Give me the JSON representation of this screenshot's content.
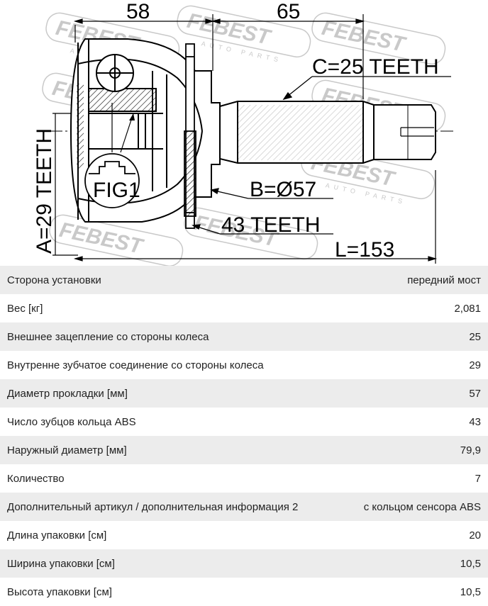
{
  "diagram": {
    "watermark": "FEBEST",
    "watermark_sub": "AUTO PARTS",
    "dim_outer_length": "58",
    "dim_shaft_length": "65",
    "label_outer_spline": "C=25 TEETH",
    "label_inner_spline": "A=29 TEETH",
    "label_seal": "B=Ø57",
    "label_abs": "43 TEETH",
    "label_total": "L=153",
    "label_fig": "FIG1"
  },
  "specs": [
    {
      "label": "Сторона установки",
      "value": "передний мост"
    },
    {
      "label": "Вес [кг]",
      "value": "2,081"
    },
    {
      "label": "Внешнее зацепление со стороны колеса",
      "value": "25"
    },
    {
      "label": "Внутренне зубчатое соединение со стороны колеса",
      "value": "29"
    },
    {
      "label": "Диаметр прокладки [мм]",
      "value": "57"
    },
    {
      "label": "Число зубцов кольца ABS",
      "value": "43"
    },
    {
      "label": "Наружный диаметр [мм]",
      "value": "79,9"
    },
    {
      "label": "Количество",
      "value": "7"
    },
    {
      "label": "Дополнительный артикул / дополнительная информация 2",
      "value": "с кольцом сенсора ABS"
    },
    {
      "label": "Длина упаковки [см]",
      "value": "20"
    },
    {
      "label": "Ширина упаковки [см]",
      "value": "10,5"
    },
    {
      "label": "Высота упаковки [см]",
      "value": "10,5"
    }
  ]
}
